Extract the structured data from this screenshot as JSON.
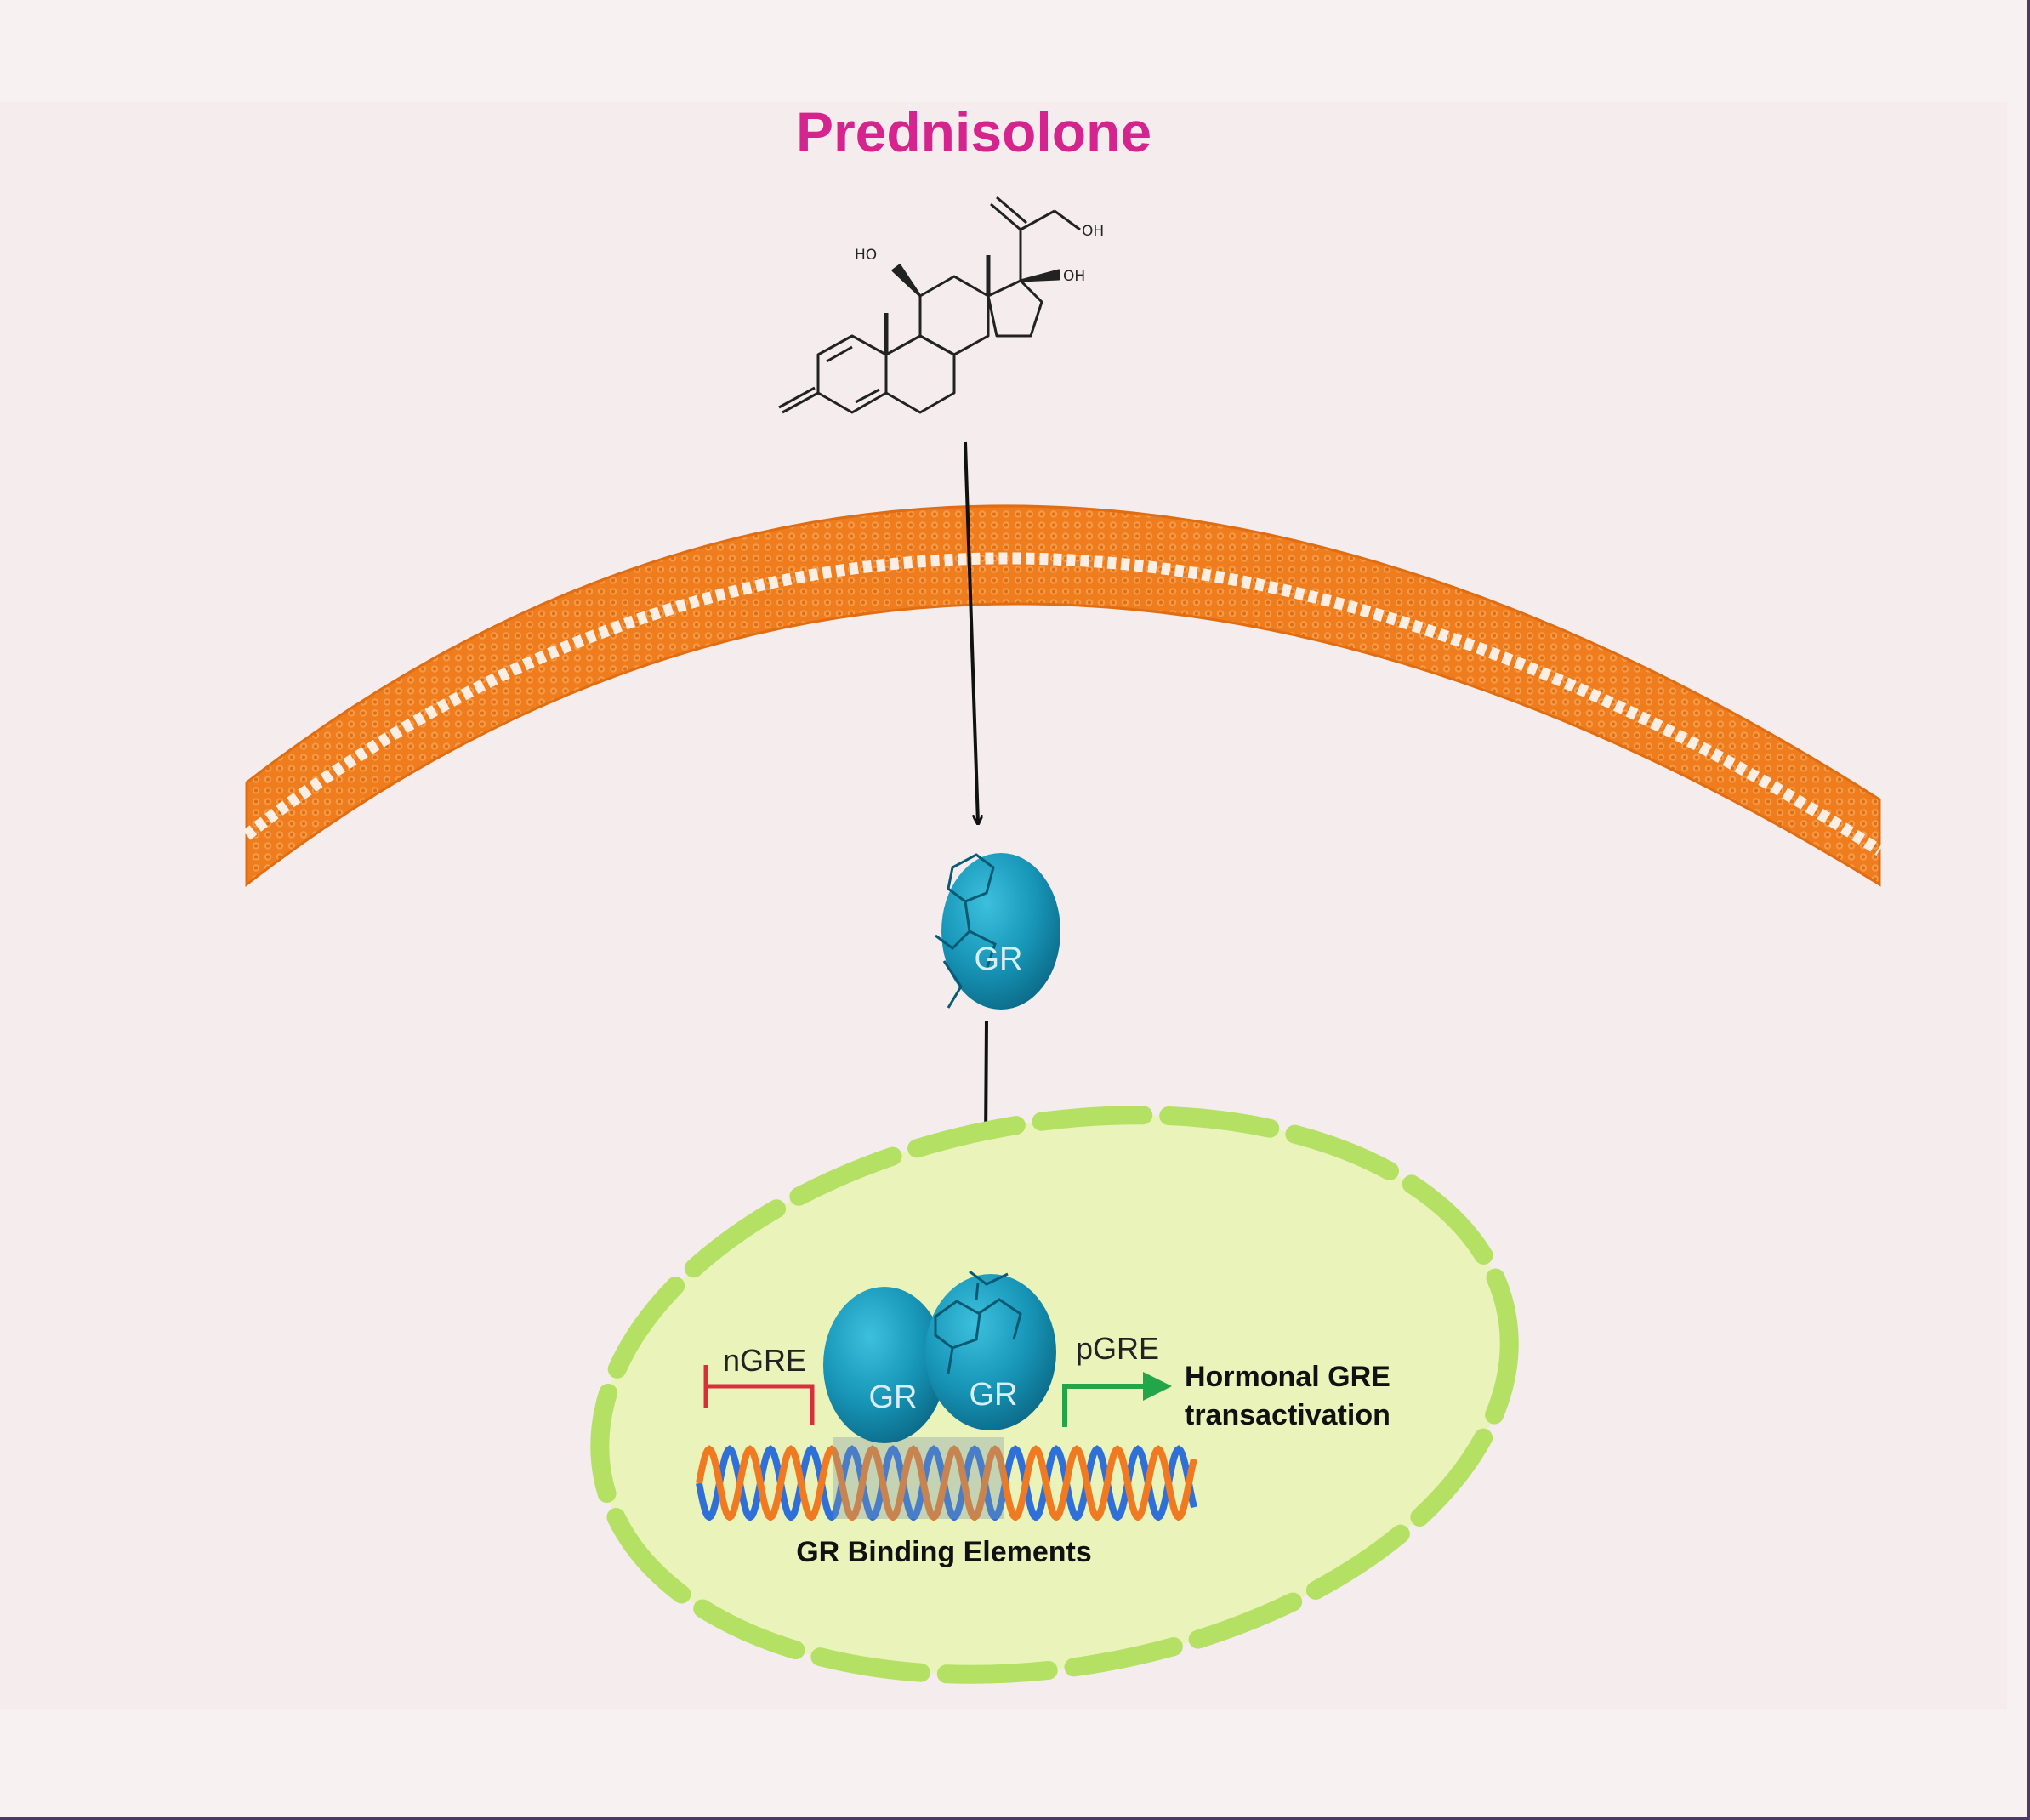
{
  "title": "Prednisolone",
  "molecule_labels": {
    "oh_a": "HO",
    "oh_b": "OH",
    "oh_c": "OH"
  },
  "receptor": {
    "label": "GR"
  },
  "dimer": {
    "left_label": "GR",
    "right_label": "GR"
  },
  "negative_site": {
    "label": "nGRE",
    "color": "#d8303a"
  },
  "positive_site": {
    "label": "pGRE",
    "color": "#23a64a"
  },
  "outcome": {
    "line1": "Hormonal GRE",
    "line2": "transactivation"
  },
  "dna_caption": "GR Binding Elements",
  "colors": {
    "membrane": "#ef7d1e",
    "nucleus_fill": "#eaf3b9",
    "nuclear_envelope": "#b4e063",
    "receptor": "#1796b8",
    "dna_strand_a": "#2f6fd8",
    "dna_strand_b": "#f07a22"
  }
}
